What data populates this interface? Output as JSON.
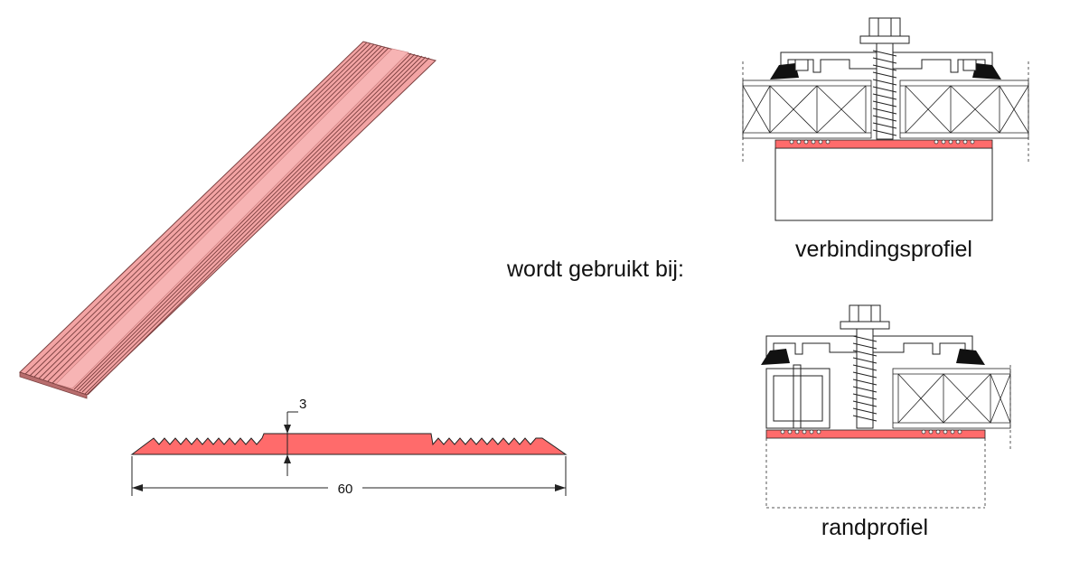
{
  "colors": {
    "profile_fill": "#f3a4a4",
    "profile_dark": "#c97f7f",
    "rubber": "#ff6b6b",
    "line": "#222222",
    "gasket": "#111111"
  },
  "labels": {
    "used_with": "wordt gebruikt bij:",
    "top_profile": "verbindingsprofiel",
    "bottom_profile": "randprofiel"
  },
  "dimensions": {
    "thickness": "3",
    "width": "60"
  },
  "icons": {
    "bolt": "hex-bolt-icon",
    "screw": "screw-icon",
    "gasket": "gasket-icon"
  }
}
